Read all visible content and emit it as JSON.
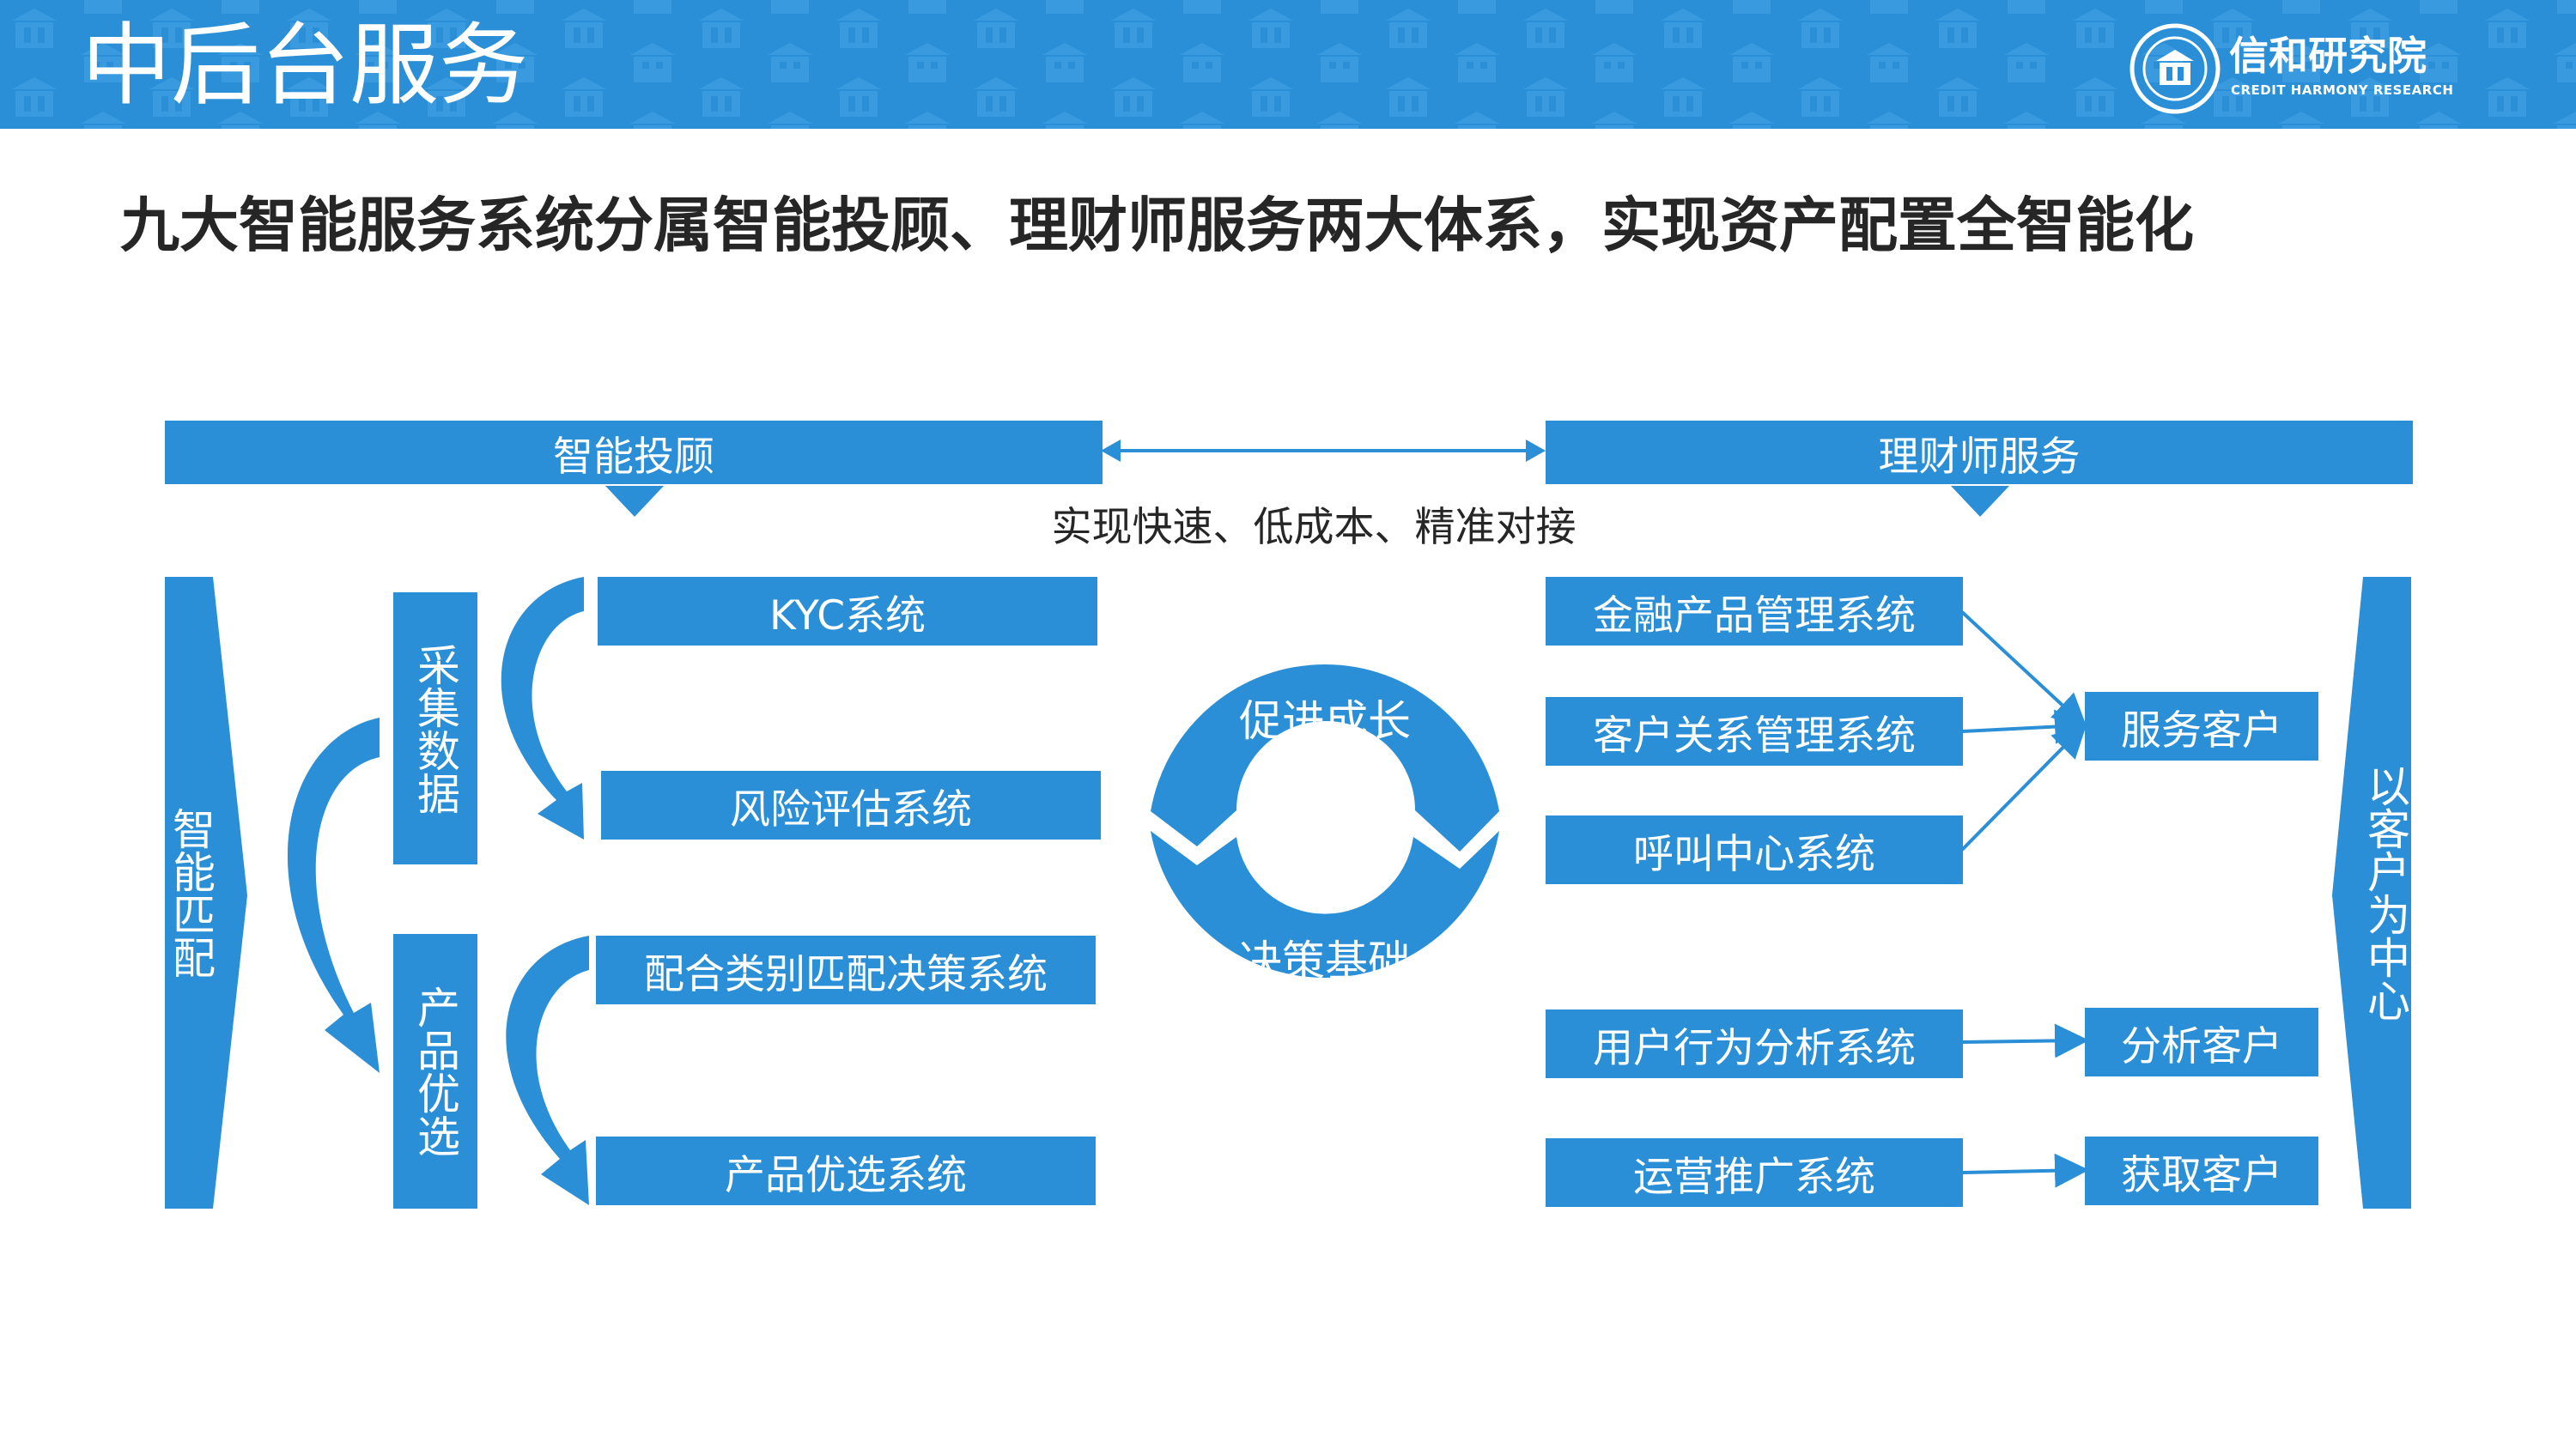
{
  "header": {
    "title": "中后台服务",
    "logo_cn": "信和研究院",
    "logo_en": "CREDIT HARMONY RESEARCH"
  },
  "subtitle": "九大智能服务系统分属智能投顾、理财师服务两大体系，实现资产配置全智能化",
  "colors": {
    "primary": "#2a8fd6",
    "dark_text": "#262626"
  },
  "top": {
    "left_label": "智能投顾",
    "right_label": "理财师服务",
    "connector_text": "实现快速、低成本、精准对接"
  },
  "left": {
    "side_label": "智能匹配",
    "group1_label": "采集数据",
    "group2_label": "产品优选",
    "systems": [
      "KYC系统",
      "风险评估系统",
      "配合类别匹配决策系统",
      "产品优选系统"
    ]
  },
  "center": {
    "top_label": "促进成长",
    "bottom_label": "决策基础"
  },
  "right": {
    "systems": [
      "金融产品管理系统",
      "客户关系管理系统",
      "呼叫中心系统",
      "用户行为分析系统",
      "运营推广系统"
    ],
    "outcomes": [
      "服务客户",
      "分析客户",
      "获取客户"
    ],
    "side_label": "以客户为中心"
  }
}
